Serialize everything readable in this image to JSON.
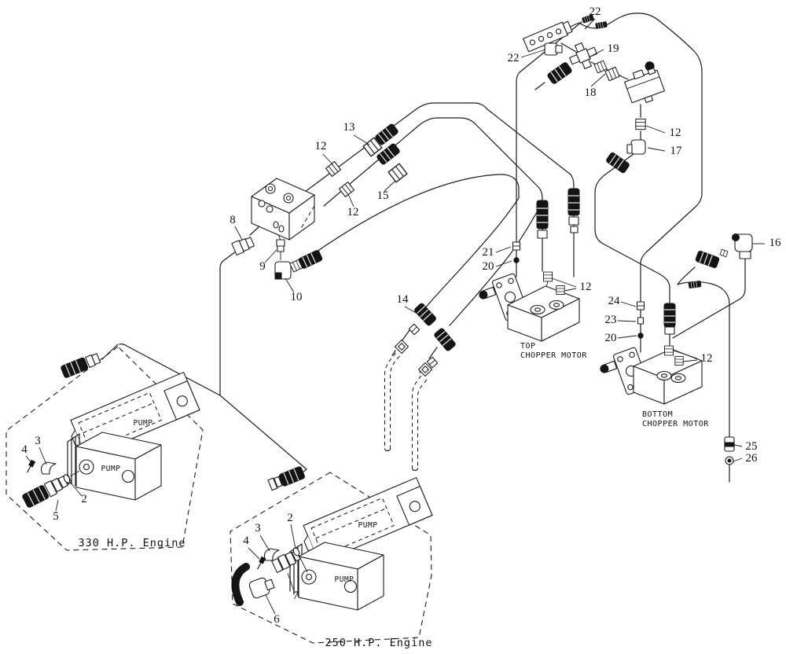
{
  "diagram": {
    "type": "hydraulic-hose-parts-diagram",
    "line_color": "#1c1c1c",
    "background": "#ffffff",
    "labels": {
      "top_motor_line1": "TOP",
      "top_motor_line2": "CHOPPER MOTOR",
      "bottom_motor_line1": "BOTTOM",
      "bottom_motor_line2": "CHOPPER MOTOR",
      "engine_330": "330 H.P. Engine",
      "engine_250": "250 H.P. Engine",
      "pump_330_top": "PUMP",
      "pump_330_bottom": "PUMP",
      "pump_250_top": "PUMP",
      "pump_250_bottom": "PUMP"
    },
    "callouts": {
      "p22_top": "22",
      "p22_left": "22",
      "p19": "19",
      "p18": "18",
      "p12_valve": "12",
      "p17": "17",
      "p13": "13",
      "p12_upper": "12",
      "p15": "15",
      "p12_lower": "12",
      "p8": "8",
      "p9": "9",
      "p10": "10",
      "p14": "14",
      "p21": "21",
      "p20_top": "20",
      "p12_topmotor": "12",
      "p16": "16",
      "p24": "24",
      "p23": "23",
      "p20_bottom": "20",
      "p12_bottommotor": "12",
      "p25": "25",
      "p26": "26",
      "p4_330": "4",
      "p3_330": "3",
      "p2_330": "2",
      "p5": "5",
      "p2_250": "2",
      "p3_250": "3",
      "p4_250": "4",
      "p7": "7",
      "p6": "6"
    }
  }
}
